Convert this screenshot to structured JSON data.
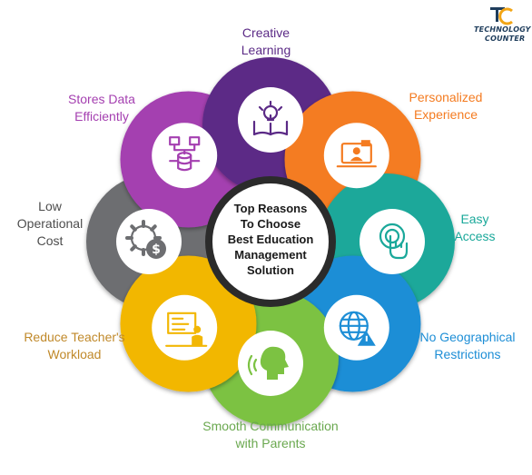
{
  "center": {
    "lines": [
      "Top Reasons",
      "To Choose",
      "Best Education",
      "Management",
      "Solution"
    ]
  },
  "petals": [
    {
      "id": "creative-learning",
      "lines": [
        "Creative",
        "Learning"
      ],
      "color": "#5b2a86",
      "icon": "book-lightbulb-icon"
    },
    {
      "id": "personalized-experience",
      "lines": [
        "Personalized",
        "Experience"
      ],
      "color": "#f47b20",
      "icon": "laptop-user-icon"
    },
    {
      "id": "easy-access",
      "lines": [
        "Easy",
        "Access"
      ],
      "color": "#1aa89a",
      "icon": "touch-hand-icon"
    },
    {
      "id": "no-geographical-restrictions",
      "lines": [
        "No Geographical",
        "Restrictions"
      ],
      "color": "#1d8ed6",
      "icon": "globe-warning-icon"
    },
    {
      "id": "smooth-communication",
      "lines": [
        "Smooth Communication",
        "with Parents"
      ],
      "color": "#7cc242",
      "icon": "speaking-head-icon"
    },
    {
      "id": "reduce-teacher-workload",
      "lines": [
        "Reduce Teacher's",
        "Workload"
      ],
      "color": "#f2b705",
      "icon": "teacher-board-icon"
    },
    {
      "id": "low-operational-cost",
      "lines": [
        "Low",
        "Operational",
        "Cost"
      ],
      "color": "#6d6e71",
      "icon": "gear-dollar-icon"
    },
    {
      "id": "stores-data-efficiently",
      "lines": [
        "Stores Data",
        "Efficiently"
      ],
      "color": "#a43fb0",
      "icon": "database-network-icon"
    }
  ],
  "labels": {
    "creative-learning": {
      "color": "#5b2a86"
    },
    "personalized-experience": {
      "color": "#f47b20"
    },
    "easy-access": {
      "color": "#1aa89a"
    },
    "no-geographical-restrictions": {
      "color": "#1d8ed6"
    },
    "smooth-communication": {
      "color": "#6aa84f"
    },
    "reduce-teacher-workload": {
      "color": "#c0892a"
    },
    "low-operational-cost": {
      "color": "#4d4d4d"
    },
    "stores-data-efficiently": {
      "color": "#a43fb0"
    }
  },
  "logo": {
    "line1": "TECHNOLOGY",
    "line2": "COUNTER"
  }
}
